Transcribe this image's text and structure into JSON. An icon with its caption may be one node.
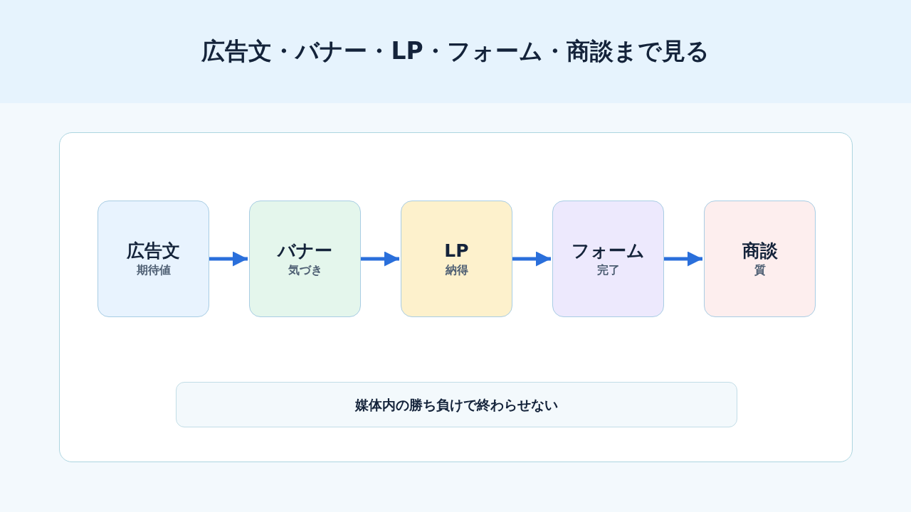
{
  "diagram": {
    "title": "広告文・バナー・LP・フォーム・商談まで見る",
    "nodes": [
      {
        "text": [],
        "shape": "box"
      },
      {
        "text": [
          "広告文",
          "期待値"
        ],
        "in": 0
      },
      {
        "text": [
          "バナー",
          "気づき"
        ],
        "in": 0
      },
      {
        "text": [
          "LP",
          "納得"
        ],
        "in": 0
      },
      {
        "text": [
          "フォーム",
          "完了"
        ],
        "in": 0
      },
      {
        "text": [
          "商談",
          "質"
        ],
        "in": 0
      },
      {
        "text": [
          "媒体内の勝ち負けで終わらせない"
        ],
        "in": 0
      }
    ],
    "edges": [
      {
        "from": 1,
        "to": 2,
        "arrow": "to"
      },
      {
        "from": 2,
        "to": 3,
        "arrow": "to"
      },
      {
        "from": 3,
        "to": 4,
        "arrow": "to"
      },
      {
        "from": 4,
        "to": 5,
        "arrow": "to"
      }
    ]
  }
}
